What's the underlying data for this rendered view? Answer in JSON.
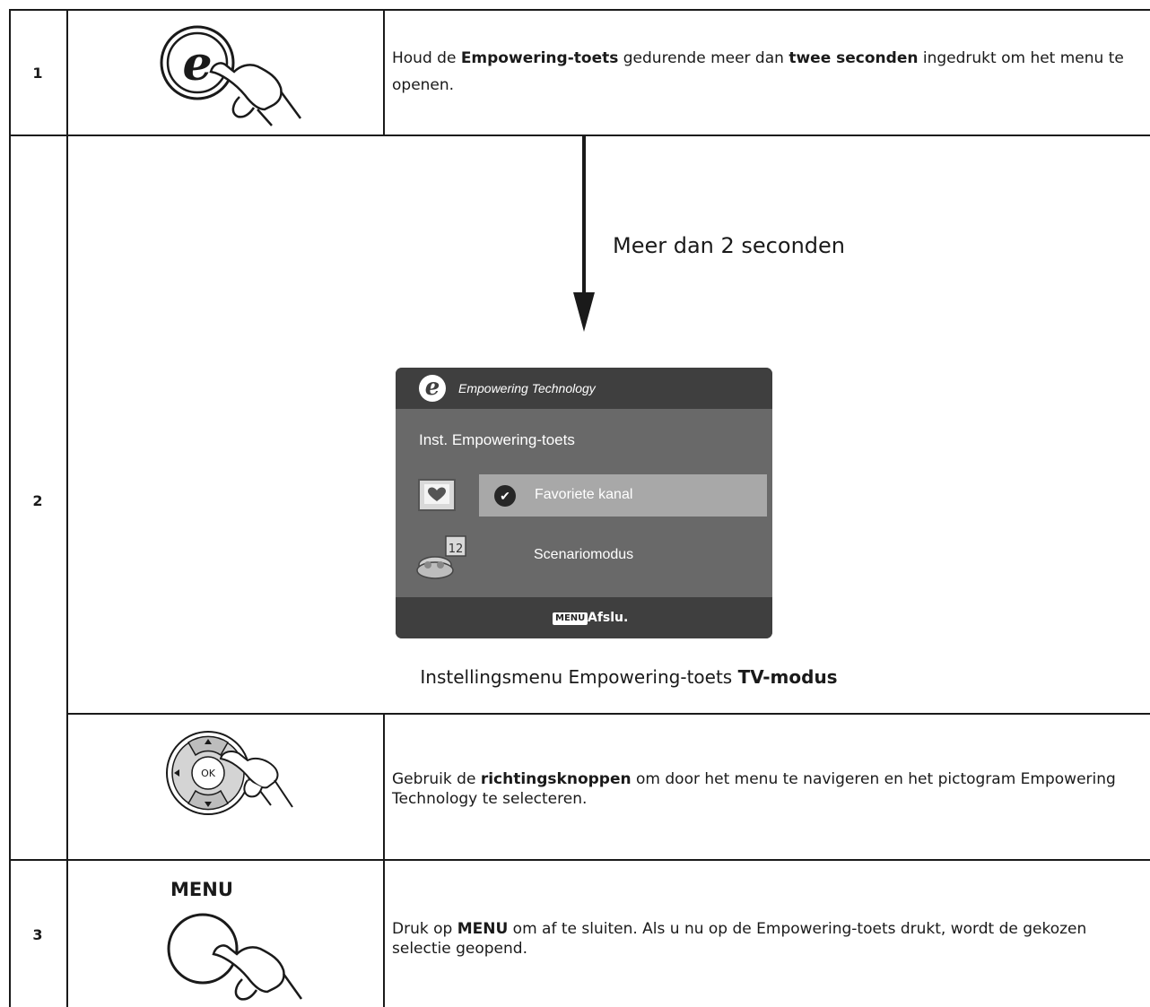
{
  "steps": [
    {
      "number": "1",
      "icon": "empowering-button-press-icon",
      "desc_parts": [
        "Houd de ",
        "Empowering-toets",
        " gedurende meer dan ",
        "twee seconden",
        " ingedrukt om het menu te openen."
      ]
    },
    {
      "number": "2",
      "arrow_label": "Meer dan 2 seconden",
      "caption_prefix": "Instellingsmenu Empowering-toets ",
      "caption_bold": "TV-modus",
      "tv_menu": {
        "brand": "Empowering Technology",
        "subtitle": "Inst. Empowering-toets",
        "items": [
          {
            "label": "Favoriete kanal",
            "icon": "favorite-channel-icon",
            "selected": true
          },
          {
            "label": "Scenariomodus",
            "icon": "scenario-mode-icon",
            "selected": false
          }
        ],
        "footer_badge": "MENU",
        "footer_label": "Afslu."
      },
      "nav_desc_parts": [
        "Gebruik de ",
        "richtingsknoppen",
        " om door het menu te navigeren en het pictogram Empowering Technology te selecteren."
      ],
      "nav_icon": "direction-pad-icon",
      "ok_label": "OK"
    },
    {
      "number": "3",
      "button_label": "MENU",
      "desc_parts": [
        "Druk op ",
        "MENU",
        " om af te sluiten. Als u nu op de Empowering-toets drukt, wordt de gekozen selectie geopend."
      ]
    }
  ]
}
